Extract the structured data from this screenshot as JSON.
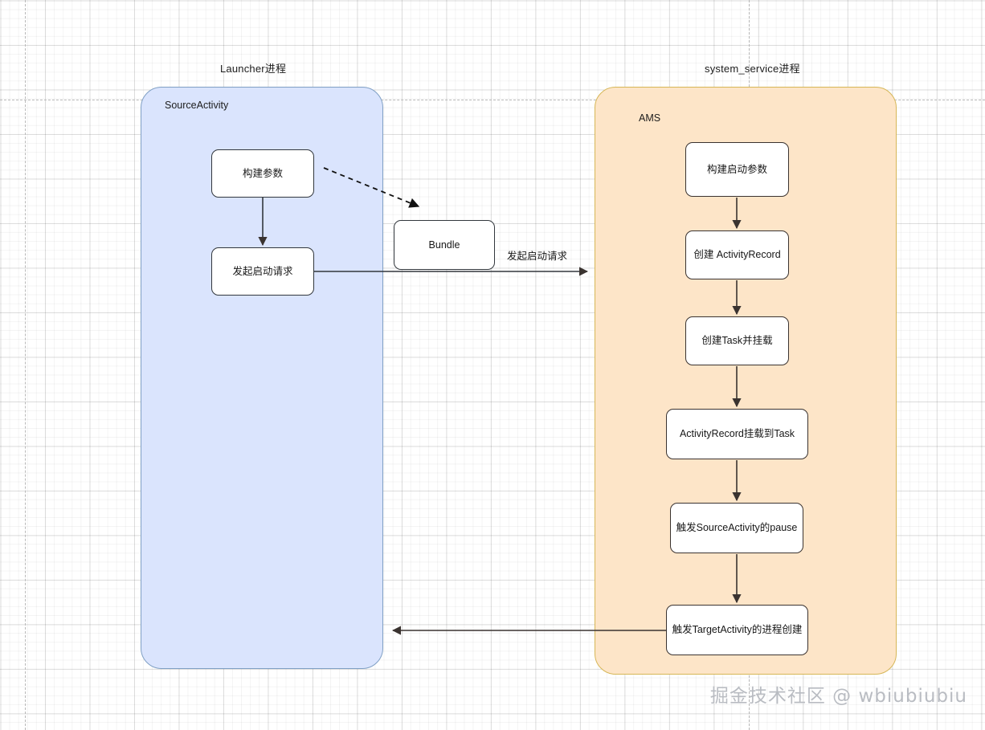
{
  "diagram": {
    "title_left": "Launcher进程",
    "title_right": "system_service进程",
    "pools": [
      {
        "id": "launcher",
        "label": "SourceActivity",
        "color": "#dae4fd",
        "border": "#7f9fc4"
      },
      {
        "id": "ams",
        "label": "AMS",
        "color": "#fde5c8",
        "border": "#d6b656"
      }
    ],
    "nodes": {
      "build_params": "构建参数",
      "start_request": "发起启动请求",
      "bundle": "Bundle",
      "build_launch_params": "构建启动参数",
      "create_activity_record": "创建 ActivityRecord",
      "create_task": "创建Task并挂载",
      "attach_record_to_task": "ActivityRecord挂载到Task",
      "trigger_pause": "触发SourceActivity的pause",
      "trigger_process_create": "触发TargetActivity的进程创建"
    },
    "edge_labels": {
      "start_request_arrow": "发起启动请求"
    },
    "watermark": "掘金技术社区 @ wbiubiubiu"
  }
}
